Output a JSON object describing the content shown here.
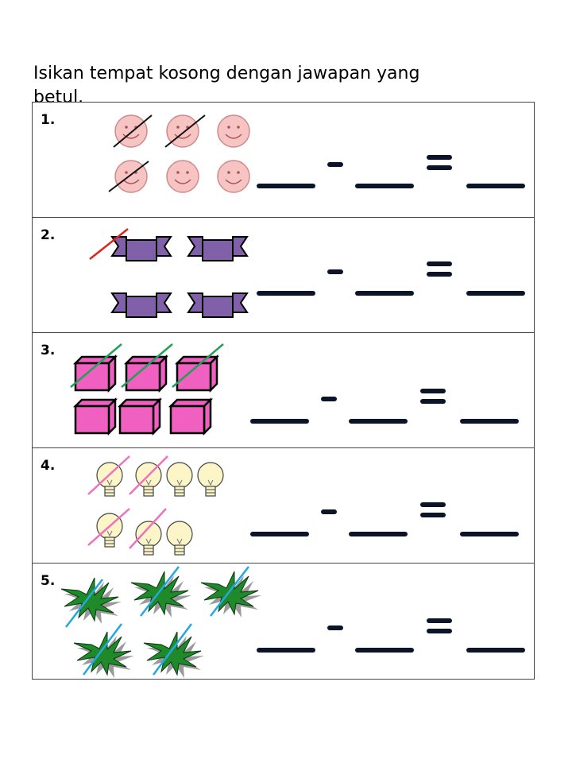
{
  "instruction": "Isikan tempat kosong dengan jawapan yang betul.",
  "questions": [
    {
      "number": "1.",
      "object": "smiley-face",
      "total": 6,
      "crossed": 3,
      "cross_color": "#111111"
    },
    {
      "number": "2.",
      "object": "ribbon-banner",
      "total": 4,
      "crossed": 1,
      "cross_color": "#e0201c"
    },
    {
      "number": "3.",
      "object": "pink-cube",
      "total": 6,
      "crossed": 3,
      "cross_color": "#22a05a"
    },
    {
      "number": "4.",
      "object": "light-bulb",
      "total": 7,
      "crossed": 4,
      "cross_color": "#f070c0"
    },
    {
      "number": "5.",
      "object": "green-leaf",
      "total": 5,
      "crossed": 5,
      "cross_color": "#23a8e0"
    }
  ],
  "colors": {
    "face": "#f7c4c4",
    "ribbon": "#8060a8",
    "cube": "#f060c0",
    "bulb": "#fbf5c8",
    "leaf": "#1e8a2a",
    "blank": "#0b1428"
  }
}
